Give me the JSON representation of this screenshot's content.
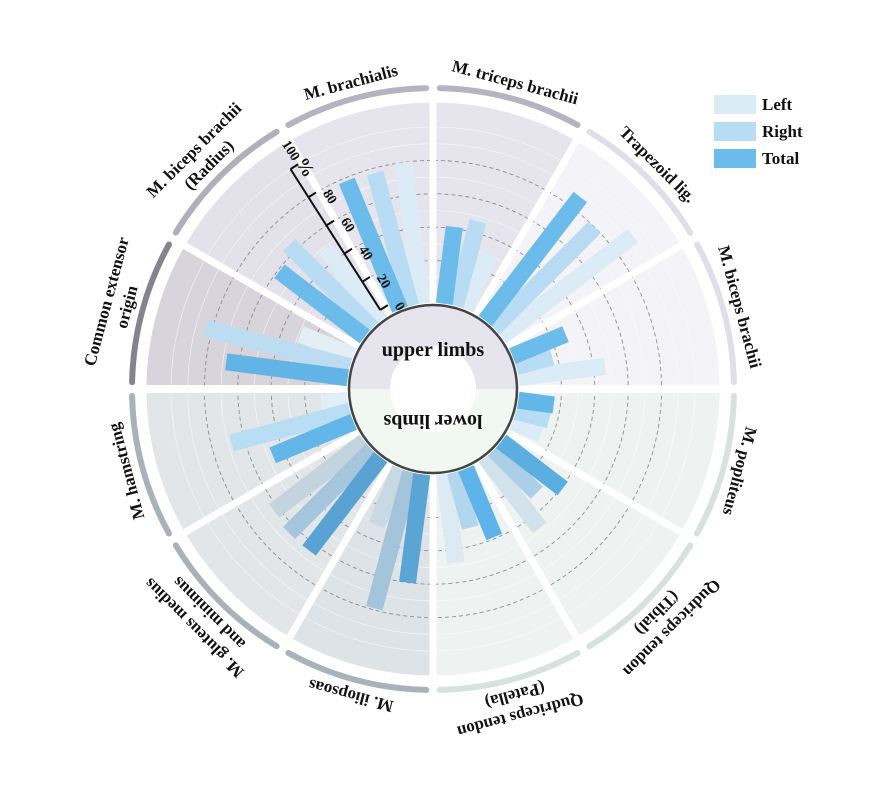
{
  "chart_data": {
    "type": "radial-bar",
    "title": "",
    "axis": {
      "label": "%",
      "range": [
        0,
        100
      ],
      "ticks": [
        0,
        20,
        40,
        60,
        80,
        100
      ]
    },
    "center_labels": {
      "upper": "upper limbs",
      "lower": "lower limbs"
    },
    "legend": {
      "position": "top-right",
      "entries": [
        "Left",
        "Right",
        "Total"
      ],
      "colors": [
        "#dcecf7",
        "#b8dcf3",
        "#6bbcea"
      ]
    },
    "series_names": [
      "Left",
      "Right",
      "Total"
    ],
    "categories": [
      {
        "group": "upper",
        "label": [
          "Common extensor",
          "origin"
        ],
        "values": [
          29,
          84,
          68
        ],
        "sector_color": "#d8d4dc",
        "arc_color": "#86838f",
        "bar_colors": [
          "#e4eef5",
          "#bcdcf2",
          "#62b4e6"
        ]
      },
      {
        "group": "upper",
        "label": [
          "M. biceps brachii",
          "(Radius)"
        ],
        "values": [
          49,
          65,
          59
        ],
        "sector_color": "#e3e1e9",
        "arc_color": "#b2afbd",
        "bar_colors": [
          "#dcecf7",
          "#b8dcf3",
          "#6bbcea"
        ]
      },
      {
        "group": "upper",
        "label": [
          "M. brachialis"
        ],
        "values": [
          80,
          77,
          78
        ],
        "sector_color": "#e6e4ec",
        "arc_color": "#b6b3c1",
        "bar_colors": [
          "#dcecf7",
          "#b8dcf3",
          "#6bbcea"
        ]
      },
      {
        "group": "upper",
        "label": [
          "M. triceps brachii"
        ],
        "values": [
          31,
          47,
          41
        ],
        "sector_color": "#e6e4ec",
        "arc_color": "#b6b3c1",
        "bar_colors": [
          "#dcecf7",
          "#b8dcf3",
          "#6bbcea"
        ]
      },
      {
        "group": "upper",
        "label": [
          "Trapezoid lig."
        ],
        "values": [
          94,
          80,
          88
        ],
        "sector_color": "#f3f3f8",
        "arc_color": "#e0dfe9",
        "bar_colors": [
          "#dcecf7",
          "#b8dcf3",
          "#6bbcea"
        ]
      },
      {
        "group": "upper",
        "label": [
          "M. biceps brachii"
        ],
        "values": [
          47,
          17,
          29
        ],
        "sector_color": "#f3f3f8",
        "arc_color": "#e0dfe9",
        "bar_colors": [
          "#dcecf7",
          "#b8dcf3",
          "#6bbcea"
        ]
      },
      {
        "group": "lower",
        "label": [
          "M. popliteus"
        ],
        "values": [
          13,
          15,
          16
        ],
        "sector_color": "#eef3f1",
        "arc_color": "#d5e2de",
        "bar_colors": [
          "#dcecf7",
          "#b8dcf3",
          "#62b6e8"
        ]
      },
      {
        "group": "lower",
        "label": [
          "Qudriceps tendon",
          "(Tibial)"
        ],
        "values": [
          48,
          31,
          41
        ],
        "sector_color": "#eef3f1",
        "arc_color": "#d5e2de",
        "bar_colors": [
          "#d2e2eb",
          "#abcfe6",
          "#5aaee0"
        ]
      },
      {
        "group": "lower",
        "label": [
          "Qudriceps tendon",
          "(Patella)"
        ],
        "values": [
          48,
          29,
          39
        ],
        "sector_color": "#eef3f1",
        "arc_color": "#d5e2de",
        "bar_colors": [
          "#dbeaf3",
          "#b2d6ee",
          "#5eb4e8"
        ]
      },
      {
        "group": "lower",
        "label": [
          "M. iliopsoas"
        ],
        "values": [
          31,
          79,
          60
        ],
        "sector_color": "#dde3e6",
        "arc_color": "#a8b3b9",
        "bar_colors": [
          "#c9d9e3",
          "#a3c4da",
          "#5ba5d5"
        ]
      },
      {
        "group": "lower",
        "label": [
          "M. gluteus medius",
          "and minimus"
        ],
        "values": [
          63,
          65,
          65
        ],
        "sector_color": "#e2e6e9",
        "arc_color": "#a8b3b9",
        "bar_colors": [
          "#c3d4df",
          "#a5c6dd",
          "#5aa2d3"
        ]
      },
      {
        "group": "lower",
        "label": [
          "M. hamstring"
        ],
        "values": [
          10,
          68,
          47
        ],
        "sector_color": "#e2e6e9",
        "arc_color": "#a8b3b9",
        "bar_colors": [
          "#e0eef7",
          "#b9ddf3",
          "#62b6e8"
        ]
      }
    ]
  }
}
